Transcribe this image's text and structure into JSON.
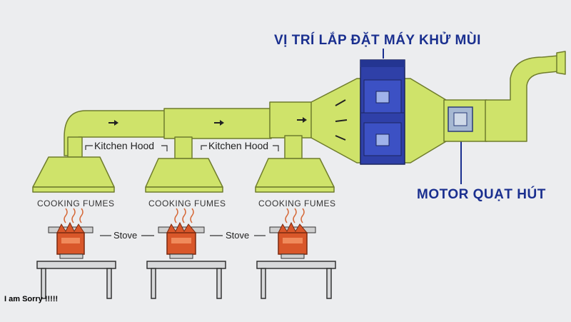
{
  "labels": {
    "install_location": "VỊ TRÍ LẮP ĐẶT MÁY KHỬ MÙI",
    "motor": "MOTOR QUẠT HÚT",
    "kitchen_hood": "Kitchen Hood",
    "cooking_fumes": "COOKING FUMES",
    "stove": "Stove",
    "footer_note": "I am Sorry !!!!!"
  },
  "colors": {
    "duct": "#cfe36a",
    "duct_stroke": "#6f7c2c",
    "filter_unit": "#2f40a8",
    "caption": "#1a2f8f",
    "stove": "#d9572a",
    "fume_line": "#d66a3a",
    "table": "#d8d9db"
  }
}
